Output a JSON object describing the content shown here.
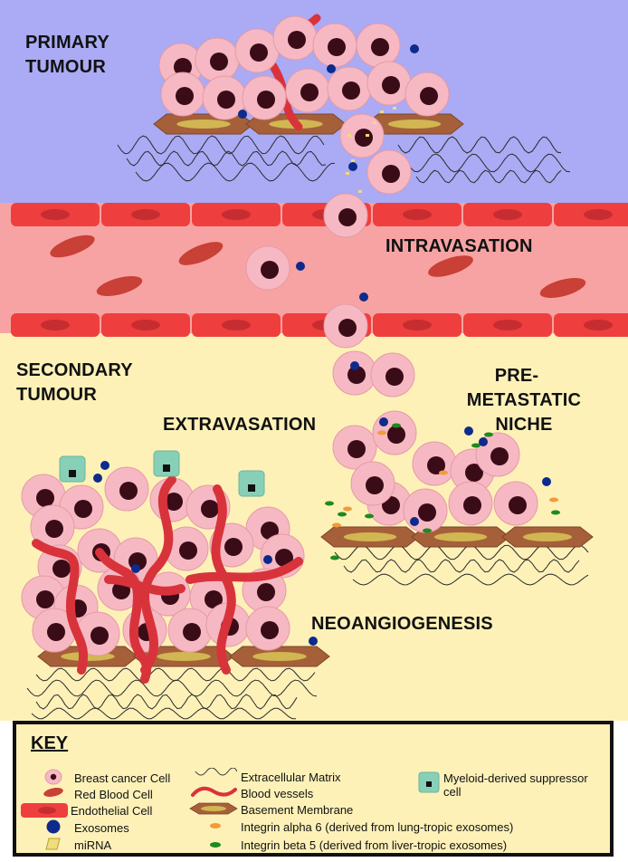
{
  "labels": {
    "primary_tumour": [
      "PRIMARY",
      "TUMOUR"
    ],
    "intravasation": "INTRAVASATION",
    "secondary_tumour": [
      "SECONDARY",
      "TUMOUR"
    ],
    "extravasation": "EXTRAVASATION",
    "pre_metastatic_niche": [
      "PRE-",
      "METASTATIC",
      "NICHE"
    ],
    "neoangiogenesis": "NEOANGIOGENESIS"
  },
  "key": {
    "title": "KEY",
    "items": {
      "breast_cancer_cell": "Breast cancer Cell",
      "red_blood_cell": "Red Blood Cell",
      "endothelial_cell": "Endothelial Cell",
      "exosomes": "Exosomes",
      "mirna": "miRNA",
      "extracellular_matrix": "Extracellular Matrix",
      "blood_vessels": "Blood vessels",
      "basement_membrane": "Basement Membrane",
      "integrin_alpha6": "Integrin alpha 6 (derived from lung-tropic exosomes)",
      "integrin_beta5": "Integrin beta 5 (derived from liver-tropic exosomes)",
      "mdsc_line1": "Myeloid-derived suppressor",
      "mdsc_line2": "cell"
    }
  },
  "colors": {
    "primary_bg": "#aaaaf5",
    "vessel_bg": "#f7a3a3",
    "endothelial": "#ef3e3e",
    "secondary_bg": "#fdf1b8",
    "cancer_cell": "#f6b9c3",
    "nucleus": "#3a0c18",
    "red_blood_cell": "#c84036",
    "blood_vessel": "#d8333b",
    "exosome": "#0d2a8c",
    "membrane_outer": "#a5603a",
    "membrane_inner": "#d2b652",
    "mdsc": "#87d0b7",
    "integrin_alpha6": "#f39a3a",
    "integrin_beta5": "#1e8a1e",
    "mirna": "#f0dc7c"
  }
}
